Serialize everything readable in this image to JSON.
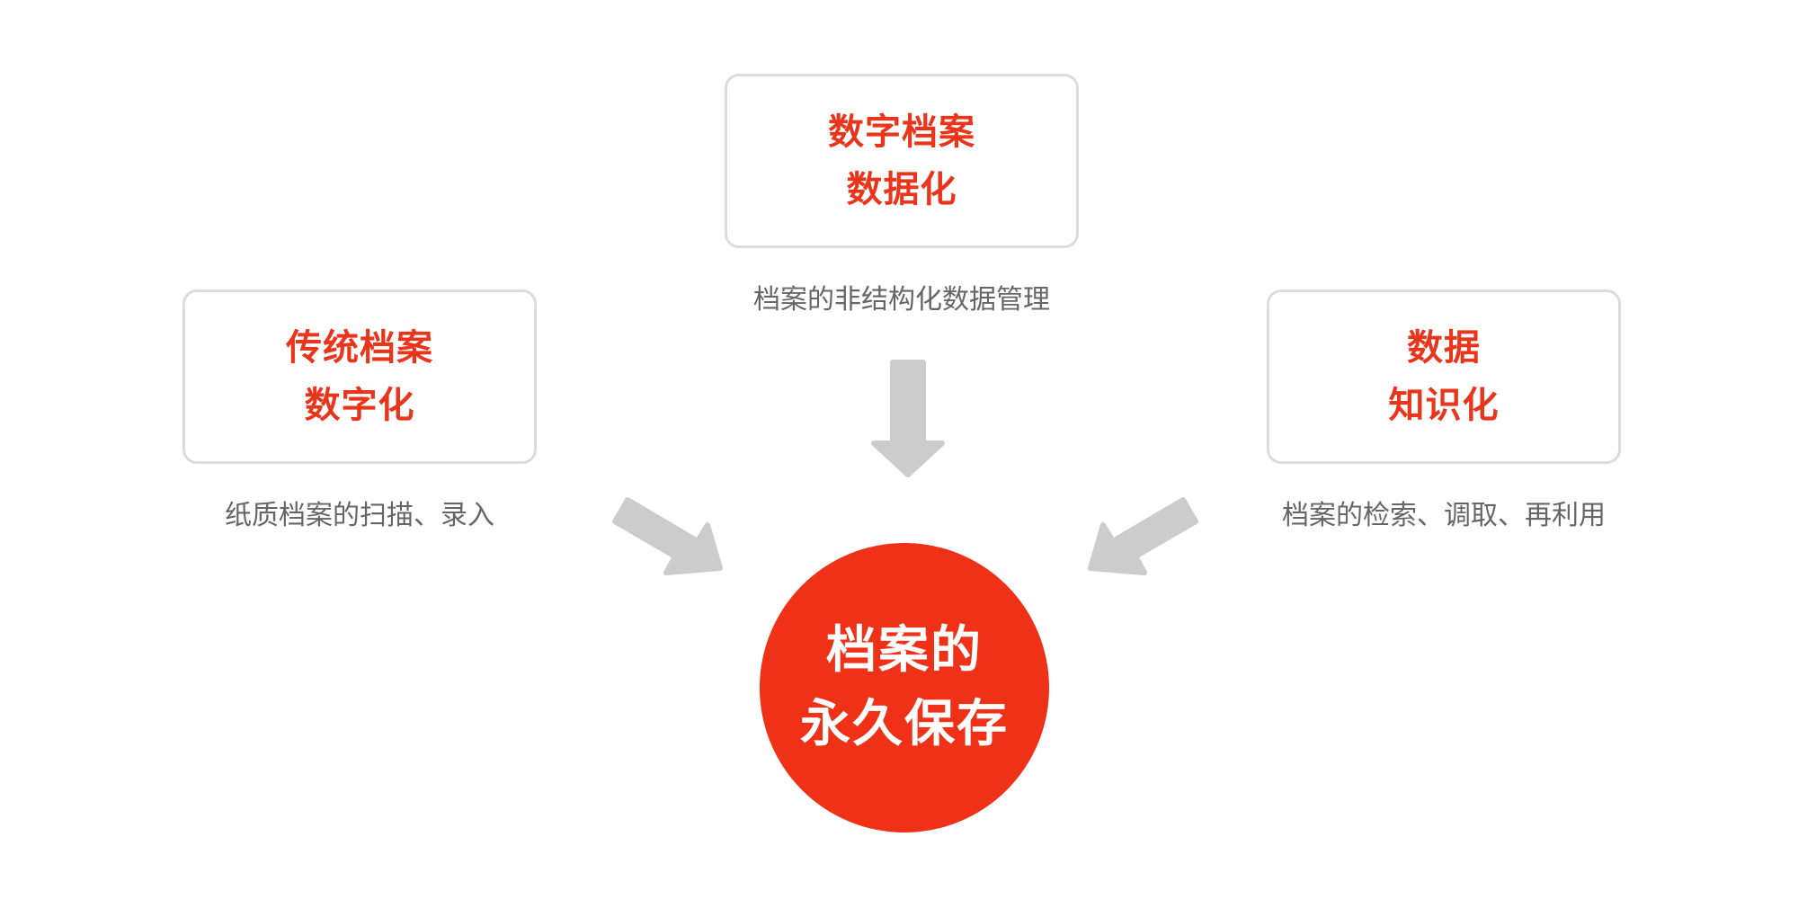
{
  "hub": {
    "line1": "档案的",
    "line2": "永久保存",
    "color": "#ee3117"
  },
  "nodes": {
    "left": {
      "line1": "传统档案",
      "line2": "数字化",
      "caption": "纸质档案的扫描、录入"
    },
    "top": {
      "line1": "数字档案",
      "line2": "数据化",
      "caption": "档案的非结构化数据管理"
    },
    "right": {
      "line1": "数据",
      "line2": "知识化",
      "caption": "档案的检索、调取、再利用"
    }
  },
  "colors": {
    "accent": "#e8351b",
    "caption": "#666666",
    "arrow": "#cccccc",
    "box_border": "#dcdcdc"
  }
}
